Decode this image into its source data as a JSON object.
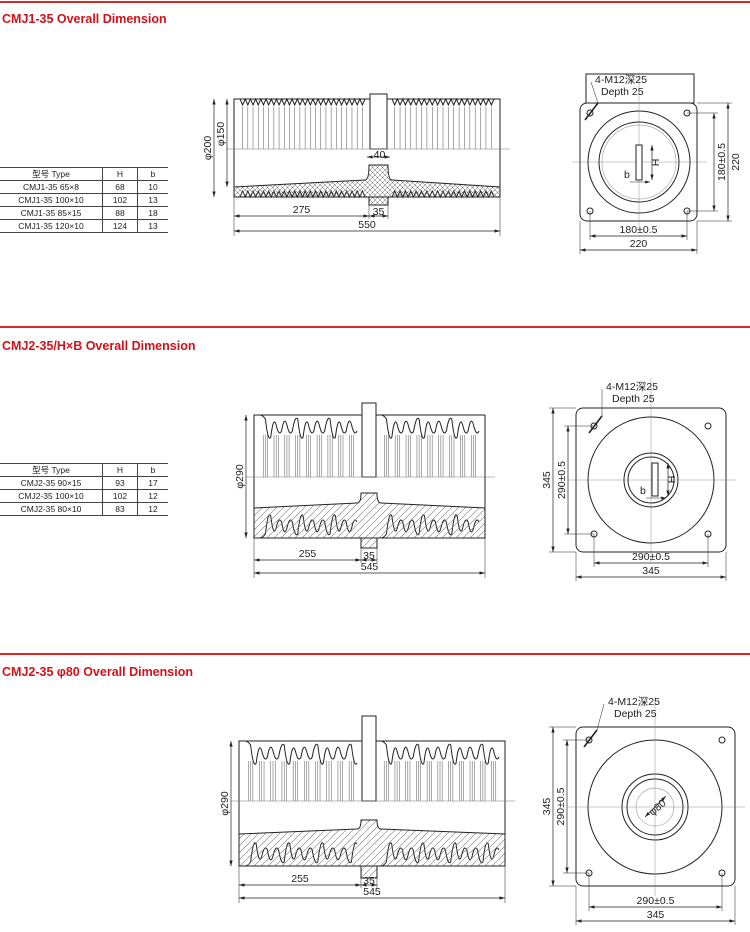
{
  "sections": [
    {
      "title": "CMJ1-35 Overall Dimension",
      "table": {
        "headers": [
          "型号 Type",
          "H",
          "b"
        ],
        "rows": [
          [
            "CMJ1-35  65×8",
            "68",
            "10"
          ],
          [
            "CMJ1-35  100×10",
            "102",
            "13"
          ],
          [
            "CMJ1-35  85×15",
            "88",
            "18"
          ],
          [
            "CMJ1-35  120×10",
            "124",
            "13"
          ]
        ]
      },
      "side": {
        "dia_outer": "φ200",
        "dia_inner": "φ150",
        "flange": "40",
        "half": "275",
        "center": "35",
        "total": "550"
      },
      "end": {
        "hole_note": "4-M12深25",
        "depth_note": "Depth  25",
        "hole_pitch": "180±0.5",
        "size": "220",
        "slot_h": "H",
        "slot_b": "b"
      }
    },
    {
      "title": "CMJ2-35/H×B Overall Dimension",
      "table": {
        "headers": [
          "型号 Type",
          "H",
          "b"
        ],
        "rows": [
          [
            "CMJ2-35  90×15",
            "93",
            "17"
          ],
          [
            "CMJ2-35  100×10",
            "102",
            "12"
          ],
          [
            "CMJ2-35  80×10",
            "83",
            "12"
          ]
        ]
      },
      "side": {
        "dia_outer": "φ290",
        "half": "255",
        "center": "35",
        "total": "545"
      },
      "end": {
        "hole_note": "4-M12深25",
        "depth_note": "Depth  25",
        "hole_pitch": "290±0.5",
        "size": "345",
        "slot_h": "H",
        "slot_b": "b"
      }
    },
    {
      "title": "CMJ2-35  φ80 Overall Dimension",
      "side": {
        "dia_outer": "φ290",
        "half": "255",
        "center": "35",
        "total": "545"
      },
      "end": {
        "hole_note": "4-M12深25",
        "depth_note": "Depth  25",
        "hole_pitch": "290±0.5",
        "size": "345",
        "bore": "φ80"
      }
    }
  ],
  "colors": {
    "accent": "#d0121b",
    "line": "#222222"
  }
}
